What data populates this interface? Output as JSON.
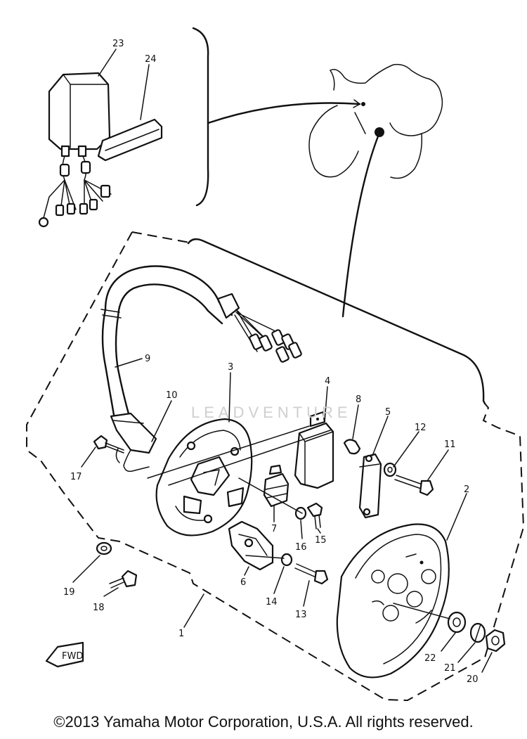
{
  "diagram": {
    "watermark": "LEADVENTURE",
    "fwd_label": "FWD",
    "copyright": "©2013 Yamaha Motor Corporation, U.S.A. All rights reserved.",
    "callouts": [
      "1",
      "2",
      "3",
      "4",
      "5",
      "6",
      "7",
      "8",
      "9",
      "10",
      "11",
      "12",
      "13",
      "14",
      "15",
      "16",
      "17",
      "18",
      "19",
      "20",
      "21",
      "22",
      "23",
      "24"
    ]
  }
}
